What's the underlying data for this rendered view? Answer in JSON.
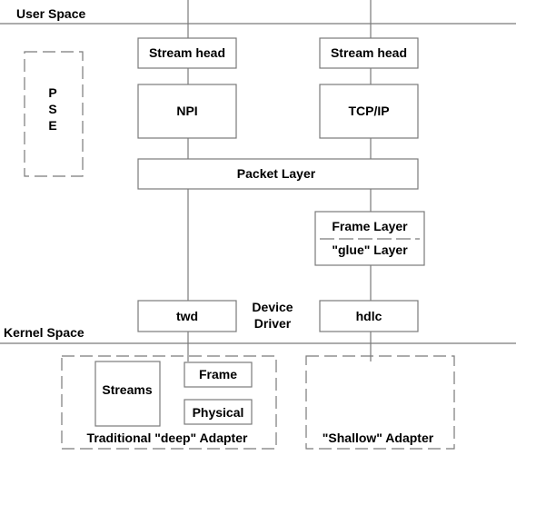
{
  "regions": {
    "user_space": "User Space",
    "kernel_space": "Kernel Space"
  },
  "pse": [
    "P",
    "S",
    "E"
  ],
  "left_stack": {
    "stream_head": "Stream head",
    "npi": "NPI",
    "driver": "twd"
  },
  "right_stack": {
    "stream_head": "Stream head",
    "protocol": "TCP/IP",
    "frame_layer": "Frame Layer",
    "glue_layer": "\"glue\" Layer",
    "driver": "hdlc"
  },
  "packet_layer": "Packet Layer",
  "device_driver": [
    "Device",
    "Driver"
  ],
  "deep_adapter": {
    "streams": "Streams",
    "frame": "Frame",
    "physical": "Physical",
    "caption": "Traditional \"deep\" Adapter"
  },
  "shallow_adapter": {
    "caption": "\"Shallow\" Adapter"
  }
}
